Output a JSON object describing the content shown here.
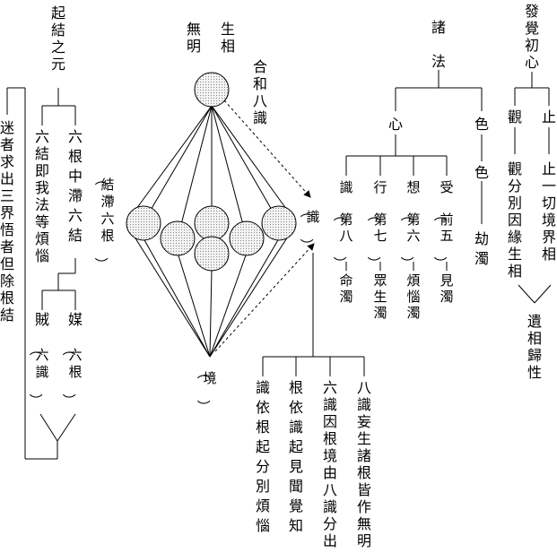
{
  "colors": {
    "ink": "#000000",
    "dot": "#9a9a9a",
    "node_fill": "#f4f4f4"
  },
  "labels": {
    "qi_jie": "起結之元",
    "liu_gen_zhong_zhi": "六根中滯六結",
    "liu_jie_ji_wo": "六結即我法等煩惱",
    "mei": "媒",
    "liu_gen_paren": "（六根）",
    "zei": "賊",
    "liu_shi_paren": "（六識）",
    "mi_zhe": "迷者求出三界悟者但除根結",
    "wu_ming": "無明",
    "sheng_xiang": "生相",
    "he_he": "合和八識",
    "jie_zhi": "（結滯六根）",
    "shi_node": "（識）",
    "jing_node": "（境）",
    "zhu_fa": "諸法",
    "xin": "心",
    "se_top": "色",
    "se_mid": "色",
    "jie_zhuo": "劫濁",
    "shi_branch": "識（第八）命濁",
    "xing_branch": "行（第七）眾生濁",
    "xiang_branch": "想（第六）煩惱濁",
    "shou_branch": "受（前五）見濁",
    "fa_jue": "發覺初心",
    "guan": "觀",
    "zhi": "止",
    "guan_detail": "觀分別因緣生相",
    "zhi_detail": "止一切境界相",
    "yi_xiang": "遺相歸性",
    "ba_shi_wang": "八識妄生諸根皆作無明",
    "liu_shi_yin": "六識因根境由八識分出",
    "gen_yi_shi": "根依識起見聞覺知",
    "shi_yi_gen": "識依根起分別煩惱"
  }
}
